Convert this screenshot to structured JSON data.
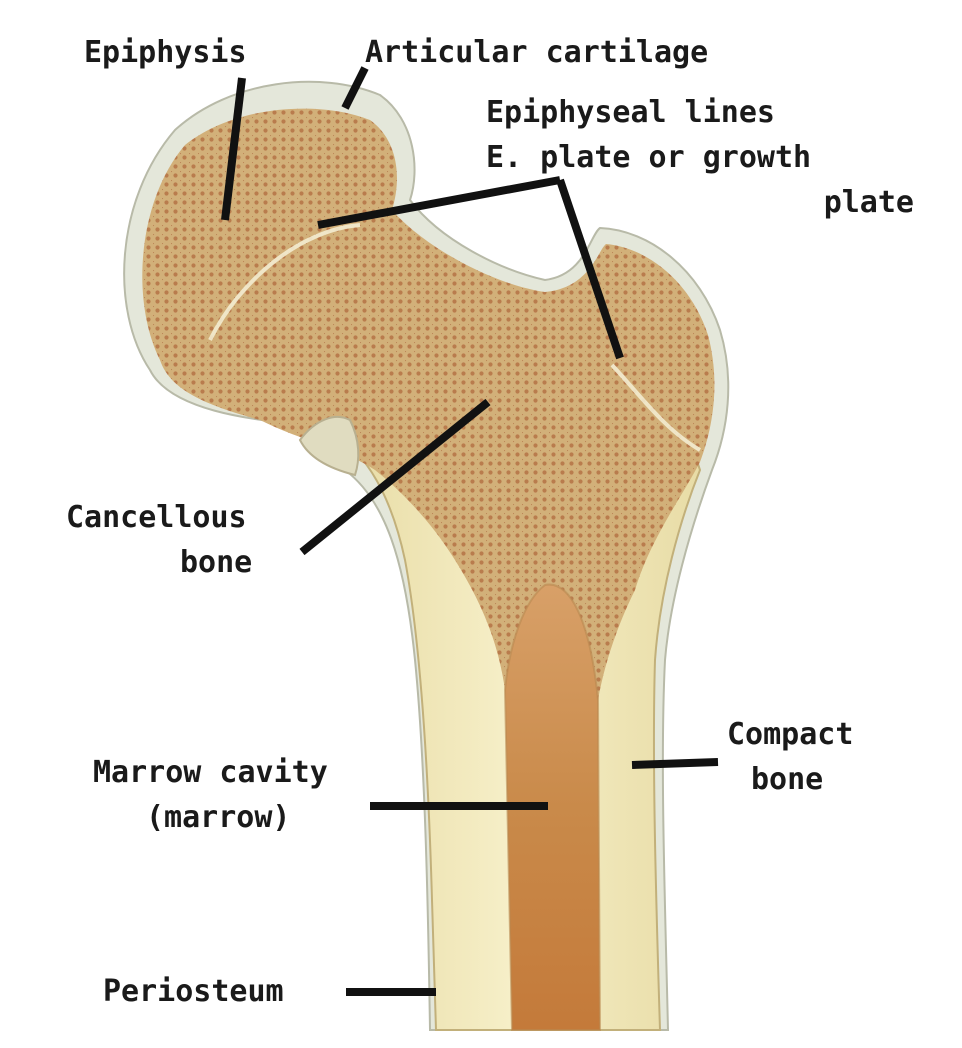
{
  "labels": {
    "epiphysis": "Epiphysis",
    "articular_cartilage": "Articular cartilage",
    "epiphyseal_lines_1": "Epiphyseal lines",
    "epiphyseal_lines_2": "E. plate or growth",
    "epiphyseal_lines_3": "plate",
    "cancellous_1": "Cancellous",
    "cancellous_2": "bone",
    "marrow_1": "Marrow cavity",
    "marrow_2": "(marrow)",
    "compact_1": "Compact",
    "compact_2": "bone",
    "periosteum": "Periosteum"
  },
  "colors": {
    "cartilage": "#e9ecdf",
    "spongy": "#c9a66b",
    "compact": "#f0e6b4",
    "marrow": "#c98a4a",
    "pointer": "#111111"
  }
}
